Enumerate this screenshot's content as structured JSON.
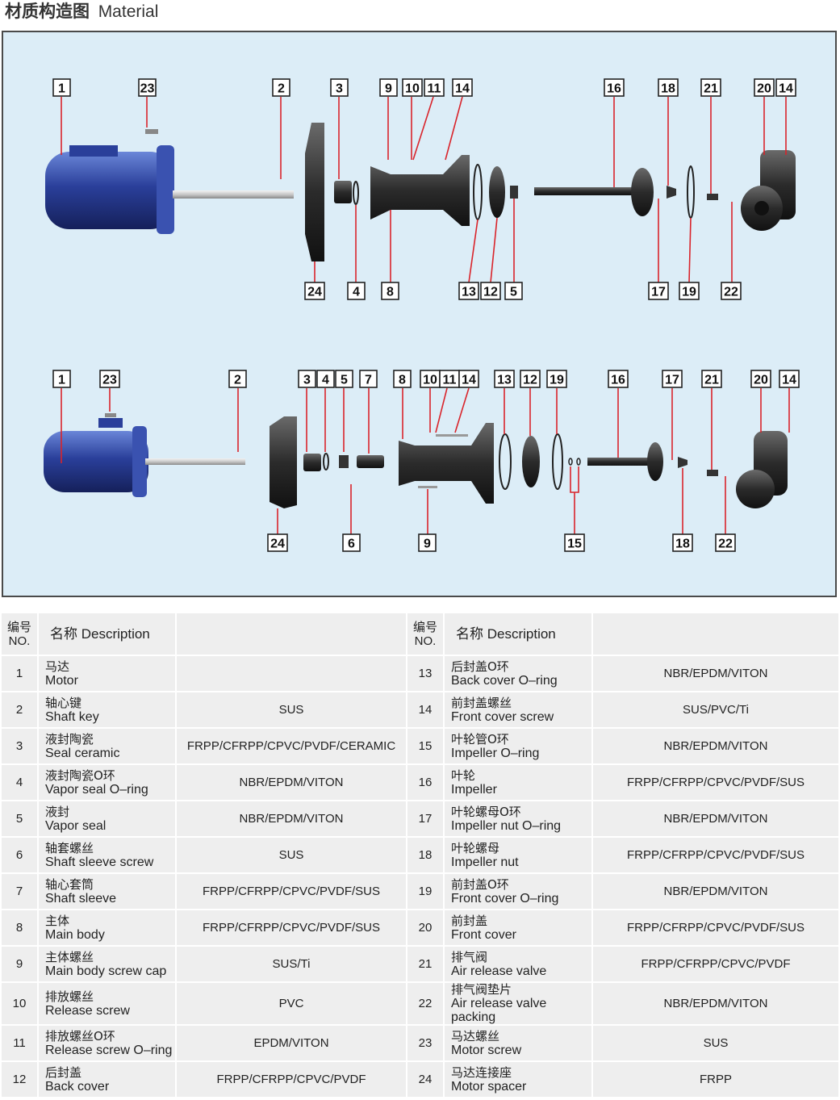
{
  "title": {
    "zh": "材质构造图",
    "en": "Material"
  },
  "colors": {
    "panel_bg": "#dcedf7",
    "leader": "#d9242b",
    "motor": "#2a3f9a",
    "part_dark": "#2b2b2b"
  },
  "diagram": {
    "top_labels": [
      "1",
      "23",
      "2",
      "3",
      "9",
      "10",
      "11",
      "14",
      "16",
      "18",
      "21",
      "20",
      "14",
      "24",
      "4",
      "8",
      "13",
      "12",
      "5",
      "17",
      "19",
      "22"
    ],
    "bottom_labels": [
      "1",
      "23",
      "2",
      "3",
      "4",
      "5",
      "7",
      "8",
      "10",
      "11",
      "14",
      "13",
      "12",
      "19",
      "16",
      "17",
      "21",
      "20",
      "14",
      "24",
      "6",
      "9",
      "15",
      "18",
      "22"
    ]
  },
  "table": {
    "header": {
      "no_zh": "编号",
      "no_en": "NO.",
      "desc": "名称 Description"
    },
    "rows": [
      {
        "no": "1",
        "zh": "马达",
        "en": "Motor",
        "mat": ""
      },
      {
        "no": "2",
        "zh": "轴心键",
        "en": "Shaft key",
        "mat": "SUS"
      },
      {
        "no": "3",
        "zh": "液封陶瓷",
        "en": "Seal ceramic",
        "mat": "FRPP/CFRPP/CPVC/PVDF/CERAMIC"
      },
      {
        "no": "4",
        "zh": "液封陶瓷O环",
        "en": "Vapor seal O–ring",
        "mat": "NBR/EPDM/VITON"
      },
      {
        "no": "5",
        "zh": "液封",
        "en": "Vapor seal",
        "mat": "NBR/EPDM/VITON"
      },
      {
        "no": "6",
        "zh": "轴套螺丝",
        "en": "Shaft sleeve screw",
        "mat": "SUS"
      },
      {
        "no": "7",
        "zh": "轴心套筒",
        "en": "Shaft sleeve",
        "mat": "FRPP/CFRPP/CPVC/PVDF/SUS"
      },
      {
        "no": "8",
        "zh": "主体",
        "en": "Main body",
        "mat": "FRPP/CFRPP/CPVC/PVDF/SUS"
      },
      {
        "no": "9",
        "zh": "主体螺丝",
        "en": "Main body screw cap",
        "mat": "SUS/Ti"
      },
      {
        "no": "10",
        "zh": "排放螺丝",
        "en": "Release screw",
        "mat": "PVC"
      },
      {
        "no": "11",
        "zh": "排放螺丝O环",
        "en": "Release screw O–ring",
        "mat": "EPDM/VITON"
      },
      {
        "no": "12",
        "zh": "后封盖",
        "en": "Back cover",
        "mat": "FRPP/CFRPP/CPVC/PVDF"
      }
    ],
    "rows2": [
      {
        "no": "13",
        "zh": "后封盖O环",
        "en": "Back cover O–ring",
        "mat": "NBR/EPDM/VITON"
      },
      {
        "no": "14",
        "zh": "前封盖螺丝",
        "en": "Front cover screw",
        "mat": "SUS/PVC/Ti"
      },
      {
        "no": "15",
        "zh": "叶轮管O环",
        "en": "Impeller O–ring",
        "mat": "NBR/EPDM/VITON"
      },
      {
        "no": "16",
        "zh": "叶轮",
        "en": "Impeller",
        "mat": "FRPP/CFRPP/CPVC/PVDF/SUS"
      },
      {
        "no": "17",
        "zh": "叶轮螺母O环",
        "en": "Impeller nut O–ring",
        "mat": "NBR/EPDM/VITON"
      },
      {
        "no": "18",
        "zh": "叶轮螺母",
        "en": "Impeller nut",
        "mat": "FRPP/CFRPP/CPVC/PVDF/SUS"
      },
      {
        "no": "19",
        "zh": "前封盖O环",
        "en": "Front cover O–ring",
        "mat": "NBR/EPDM/VITON"
      },
      {
        "no": "20",
        "zh": "前封盖",
        "en": "Front cover",
        "mat": "FRPP/CFRPP/CPVC/PVDF/SUS"
      },
      {
        "no": "21",
        "zh": "排气阀",
        "en": "Air release valve",
        "mat": "FRPP/CFRPP/CPVC/PVDF"
      },
      {
        "no": "22",
        "zh": "排气阀垫片",
        "en": "Air release valve packing",
        "mat": "NBR/EPDM/VITON"
      },
      {
        "no": "23",
        "zh": "马达螺丝",
        "en": "Motor screw",
        "mat": "SUS"
      },
      {
        "no": "24",
        "zh": "马达连接座",
        "en": "Motor spacer",
        "mat": "FRPP"
      }
    ]
  }
}
